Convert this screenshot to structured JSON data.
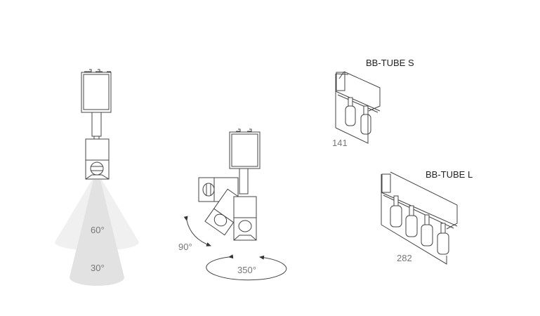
{
  "beam": {
    "wide_label": "60°",
    "narrow_label": "30°",
    "wide_color": "#f0f0f0",
    "narrow_color": "#e2e2e2"
  },
  "rotation": {
    "tilt_label": "90°",
    "pan_label": "350°"
  },
  "products": [
    {
      "name": "BB-TUBE S",
      "length": "141"
    },
    {
      "name": "BB-TUBE L",
      "length": "282"
    }
  ]
}
